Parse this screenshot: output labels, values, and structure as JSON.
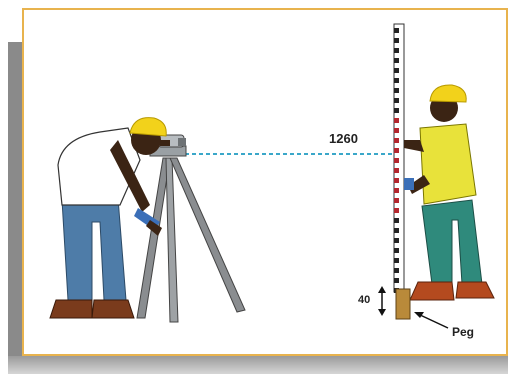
{
  "labels": {
    "reading": "1260",
    "peg_height": "40",
    "peg": "Peg"
  },
  "colors": {
    "frame": "#e8b34e",
    "sight_line": "#3aa7c9",
    "helmet": "#f2d21b",
    "skin": "#3b2414",
    "jeans": "#4e7ca8",
    "shirt_left": "#ffffff",
    "shirt_right": "#e8e23a",
    "staff": "#333333",
    "tripod": "#8a8d90",
    "peg": "#b98a3a"
  },
  "icons": [
    "surveyor-left-figure",
    "tripod-level-instrument",
    "staff-holder-figure",
    "levelling-staff",
    "peg-icon",
    "height-arrow-icon",
    "pointer-arrow-icon"
  ]
}
